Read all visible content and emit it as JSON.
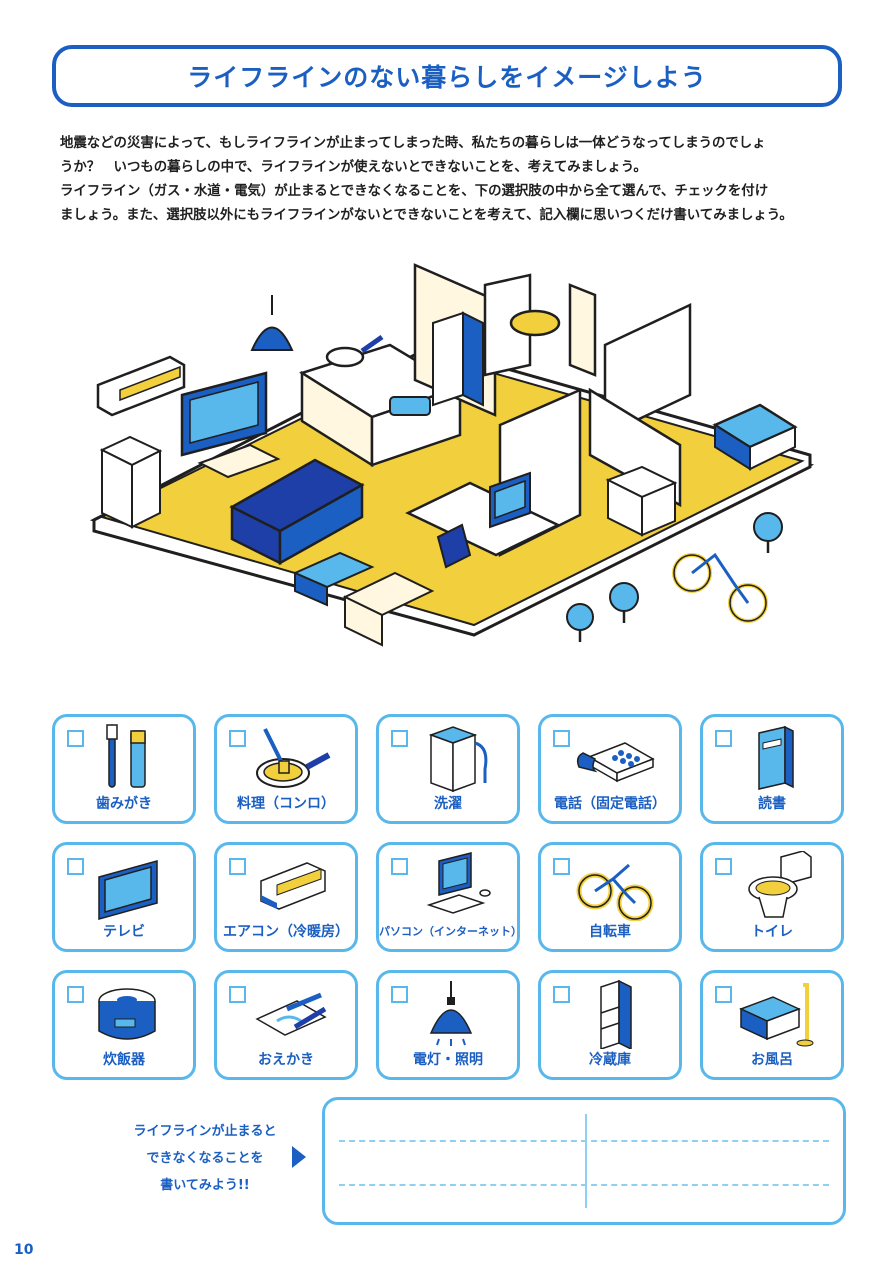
{
  "title": "ライフラインのない暮らしをイメージしよう",
  "intro": {
    "line1": "地震などの災害によって、もしライフラインが止まってしまった時、私たちの暮らしは一体どうなってしまうのでしょ",
    "line2": "うか？　いつもの暮らしの中で、ライフラインが使えないとできないことを、考えてみましょう。",
    "line3": "ライフライン（ガス・水道・電気）が止まるとできなくなることを、下の選択肢の中から全て選んで、チェックを付け",
    "line4": "ましょう。また、選択肢以外にもライフラインがないとできないことを考えて、記入欄に思いつくだけ書いてみましょう。"
  },
  "choices": [
    {
      "label": "歯みがき",
      "icon": "toothbrush-icon"
    },
    {
      "label": "料理（コンロ）",
      "icon": "frying-pan-icon"
    },
    {
      "label": "洗濯",
      "icon": "washing-machine-icon"
    },
    {
      "label": "電話（固定電話）",
      "icon": "telephone-icon"
    },
    {
      "label": "読書",
      "icon": "book-icon"
    },
    {
      "label": "テレビ",
      "icon": "tv-icon"
    },
    {
      "label": "エアコン（冷暖房）",
      "icon": "air-conditioner-icon"
    },
    {
      "label": "パソコン（インターネット）",
      "icon": "computer-icon"
    },
    {
      "label": "自転車",
      "icon": "bicycle-icon"
    },
    {
      "label": "トイレ",
      "icon": "toilet-icon"
    },
    {
      "label": "炊飯器",
      "icon": "rice-cooker-icon"
    },
    {
      "label": "おえかき",
      "icon": "drawing-icon"
    },
    {
      "label": "電灯・照明",
      "icon": "lamp-icon"
    },
    {
      "label": "冷蔵庫",
      "icon": "refrigerator-icon"
    },
    {
      "label": "お風呂",
      "icon": "bathtub-icon"
    }
  ],
  "write_prompt": {
    "line1": "ライフラインが止まると",
    "line2": "できなくなることを",
    "line3": "書いてみよう!!"
  },
  "page_number": "10",
  "colors": {
    "blue": "#1b5fc2",
    "light_blue": "#58b8ec",
    "yellow": "#f2cf3c",
    "navy": "#1f3fa8"
  }
}
